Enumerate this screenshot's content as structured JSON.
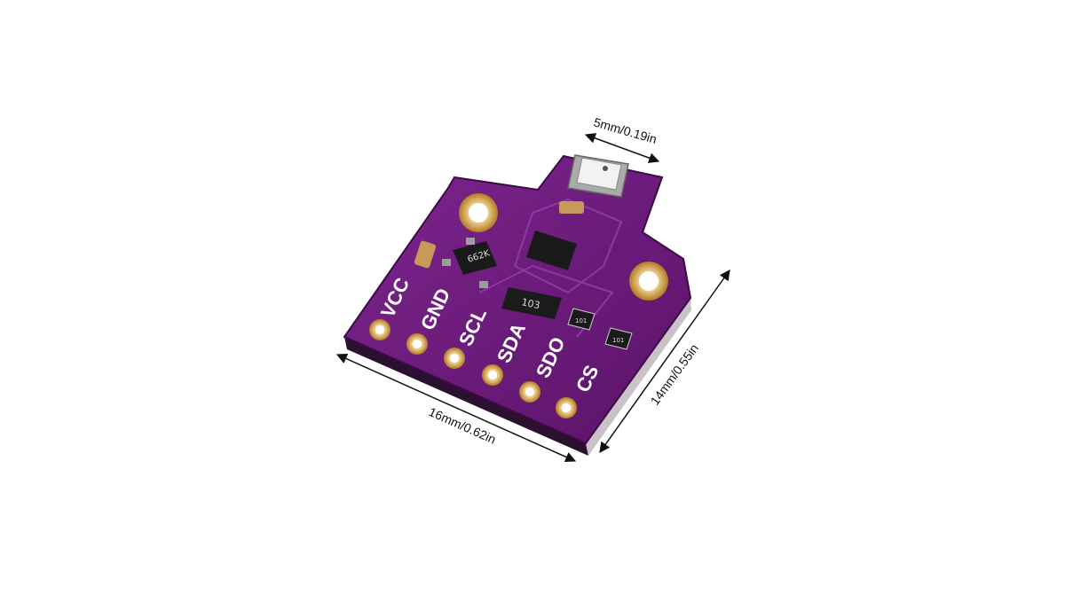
{
  "image": {
    "background": "#ffffff",
    "board_color": "#6a1a78",
    "board_edge_color": "#3d0a47",
    "pad_color": "#c99a3c"
  },
  "pins": [
    "VCC",
    "GND",
    "SCL",
    "SDA",
    "SDO",
    "CS"
  ],
  "chips": {
    "regulator_marking": "662K",
    "resistor_array_marking": "103",
    "resistor_marking_1": "101",
    "resistor_marking_2": "101"
  },
  "dimensions": {
    "width": "16mm/0.62in",
    "height": "14mm/0.55in",
    "sensor": "5mm/0.19in"
  }
}
